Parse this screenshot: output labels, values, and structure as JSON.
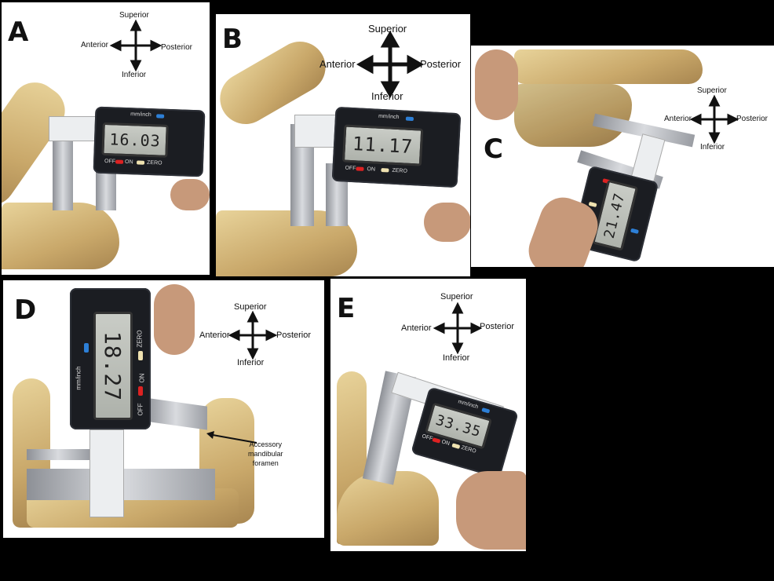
{
  "orientation": {
    "superior": "Superior",
    "inferior": "Inferior",
    "anterior": "Anterior",
    "posterior": "Posterior"
  },
  "caliper_labels": {
    "units": "mm/inch",
    "off": "OFF",
    "on": "ON",
    "zero": "ZERO",
    "mm": "mm"
  },
  "panels": [
    {
      "letter": "A",
      "reading": "16.03"
    },
    {
      "letter": "B",
      "reading": "11.17"
    },
    {
      "letter": "C",
      "reading": "21.47"
    },
    {
      "letter": "D",
      "reading": "18.27",
      "annotation": [
        "Accessory",
        "mandibular",
        "foramen"
      ]
    },
    {
      "letter": "E",
      "reading": "33.35"
    }
  ]
}
